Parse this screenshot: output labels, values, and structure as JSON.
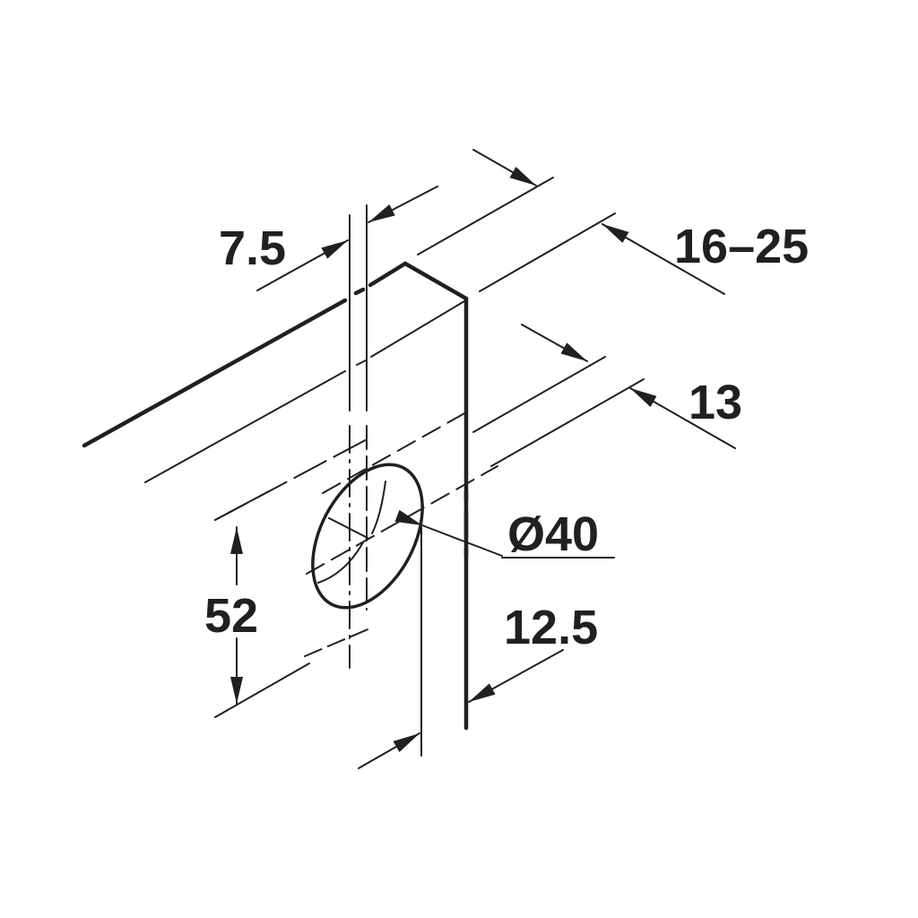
{
  "drawing": {
    "type": "technical-drawing",
    "subject": "drilling dimensions for round fitting on panel",
    "line_color": "#231f20",
    "background": "#ffffff"
  },
  "dimensions": {
    "offset_7_5": "7.5",
    "thickness_range": "16–25",
    "depth_13": "13",
    "diameter": "Ø40",
    "height_52": "52",
    "edge_12_5": "12.5"
  }
}
